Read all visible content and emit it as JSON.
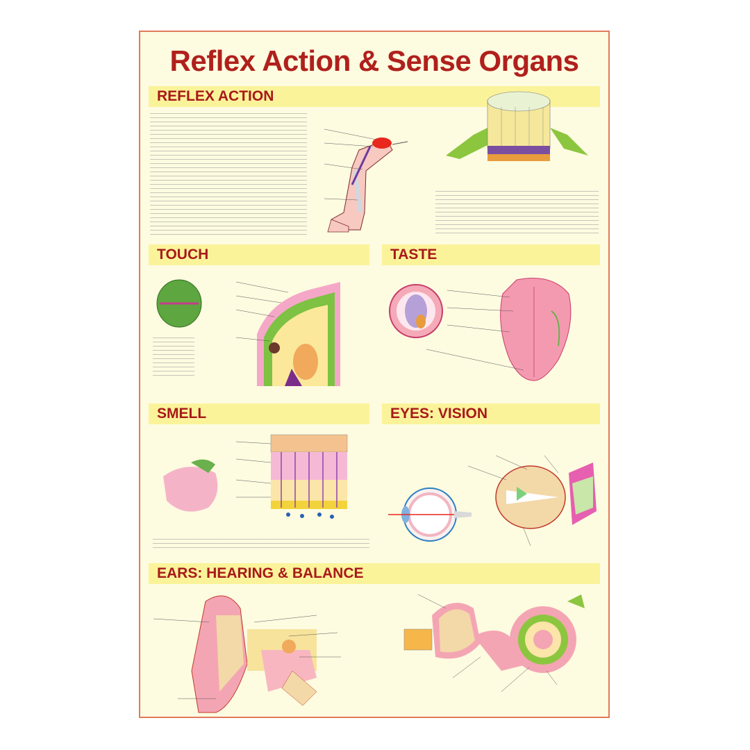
{
  "poster": {
    "title": "Reflex Action & Sense Organs",
    "sections": {
      "reflex": "REFLEX ACTION",
      "touch": "TOUCH",
      "taste": "TASTE",
      "smell": "SMELL",
      "eyes": "EYES: VISION",
      "ears": "EARS: HEARING & BALANCE"
    }
  },
  "colors": {
    "title": "#b0201c",
    "band": "#fbf39a",
    "background": "#fdfbe0",
    "border": "#e07a5a"
  }
}
